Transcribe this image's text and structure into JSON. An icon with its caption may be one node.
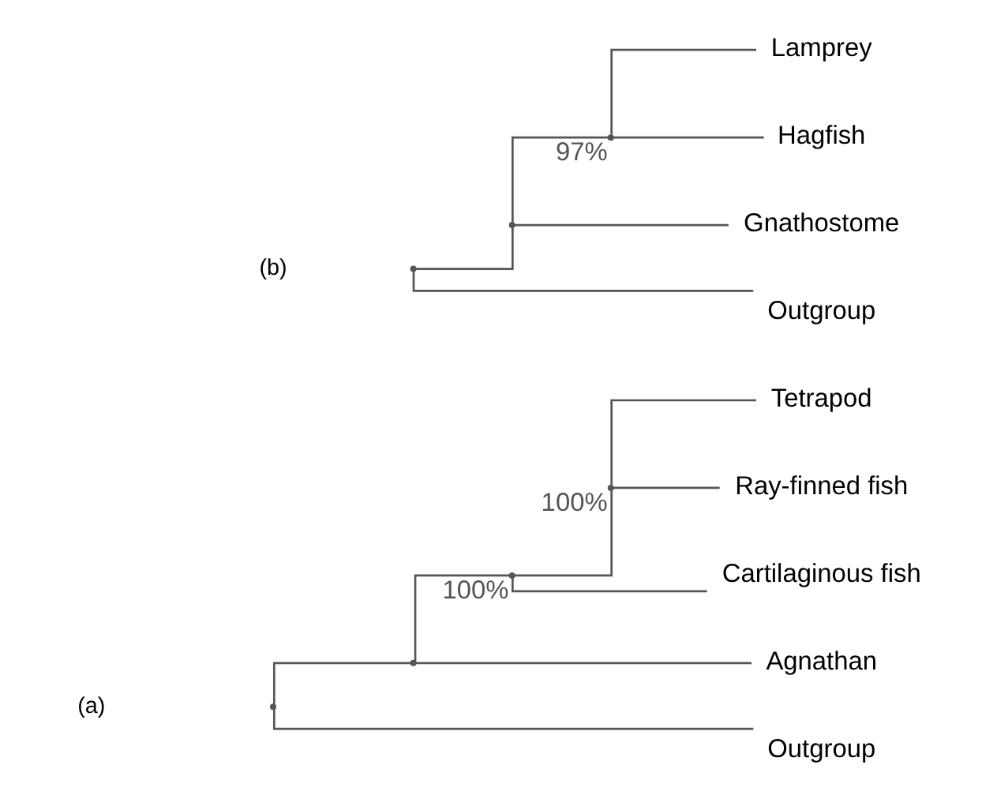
{
  "diagram": {
    "nodes": [
      {
        "text": [],
        "shape": "point"
      },
      {
        "text": [],
        "shape": "point"
      },
      {
        "text": [],
        "shape": "point",
        "beside": [
          "100%"
        ]
      },
      {
        "text": [],
        "shape": "point",
        "beside": [
          "100%"
        ]
      },
      {
        "text": [
          "Tetrapod"
        ]
      },
      {
        "text": [
          "Ray-finned fish"
        ]
      },
      {
        "text": [
          "Cartilaginous fish"
        ]
      },
      {
        "text": [
          "Agnathan"
        ]
      },
      {
        "text": [
          "Outgroup"
        ]
      },
      {
        "text": [],
        "shape": "point"
      },
      {
        "text": [],
        "shape": "point"
      },
      {
        "text": [],
        "shape": "point",
        "beside": [
          "97%"
        ]
      },
      {
        "text": [
          "Lamprey"
        ]
      },
      {
        "text": [
          "Hagfish"
        ]
      },
      {
        "text": [
          "Gnathostome"
        ]
      },
      {
        "text": [
          "Outgroup"
        ]
      }
    ],
    "edges": [
      {
        "from": 0,
        "to": 1,
        "arrow": "none"
      },
      {
        "from": 0,
        "to": 8,
        "arrow": "none"
      },
      {
        "from": 1,
        "to": 2,
        "arrow": "none"
      },
      {
        "from": 1,
        "to": 7,
        "arrow": "none"
      },
      {
        "from": 2,
        "to": 3,
        "arrow": "none"
      },
      {
        "from": 2,
        "to": 6,
        "arrow": "none"
      },
      {
        "from": 3,
        "to": 4,
        "arrow": "none"
      },
      {
        "from": 3,
        "to": 5,
        "arrow": "none"
      },
      {
        "from": 9,
        "to": 10,
        "arrow": "none"
      },
      {
        "from": 9,
        "to": 15,
        "arrow": "none"
      },
      {
        "from": 10,
        "to": 11,
        "arrow": "none"
      },
      {
        "from": 10,
        "to": 14,
        "arrow": "none"
      },
      {
        "from": 11,
        "to": 12,
        "arrow": "none"
      },
      {
        "from": 11,
        "to": 13,
        "arrow": "none"
      }
    ],
    "labels": [
      "(a)",
      "(b)"
    ]
  }
}
